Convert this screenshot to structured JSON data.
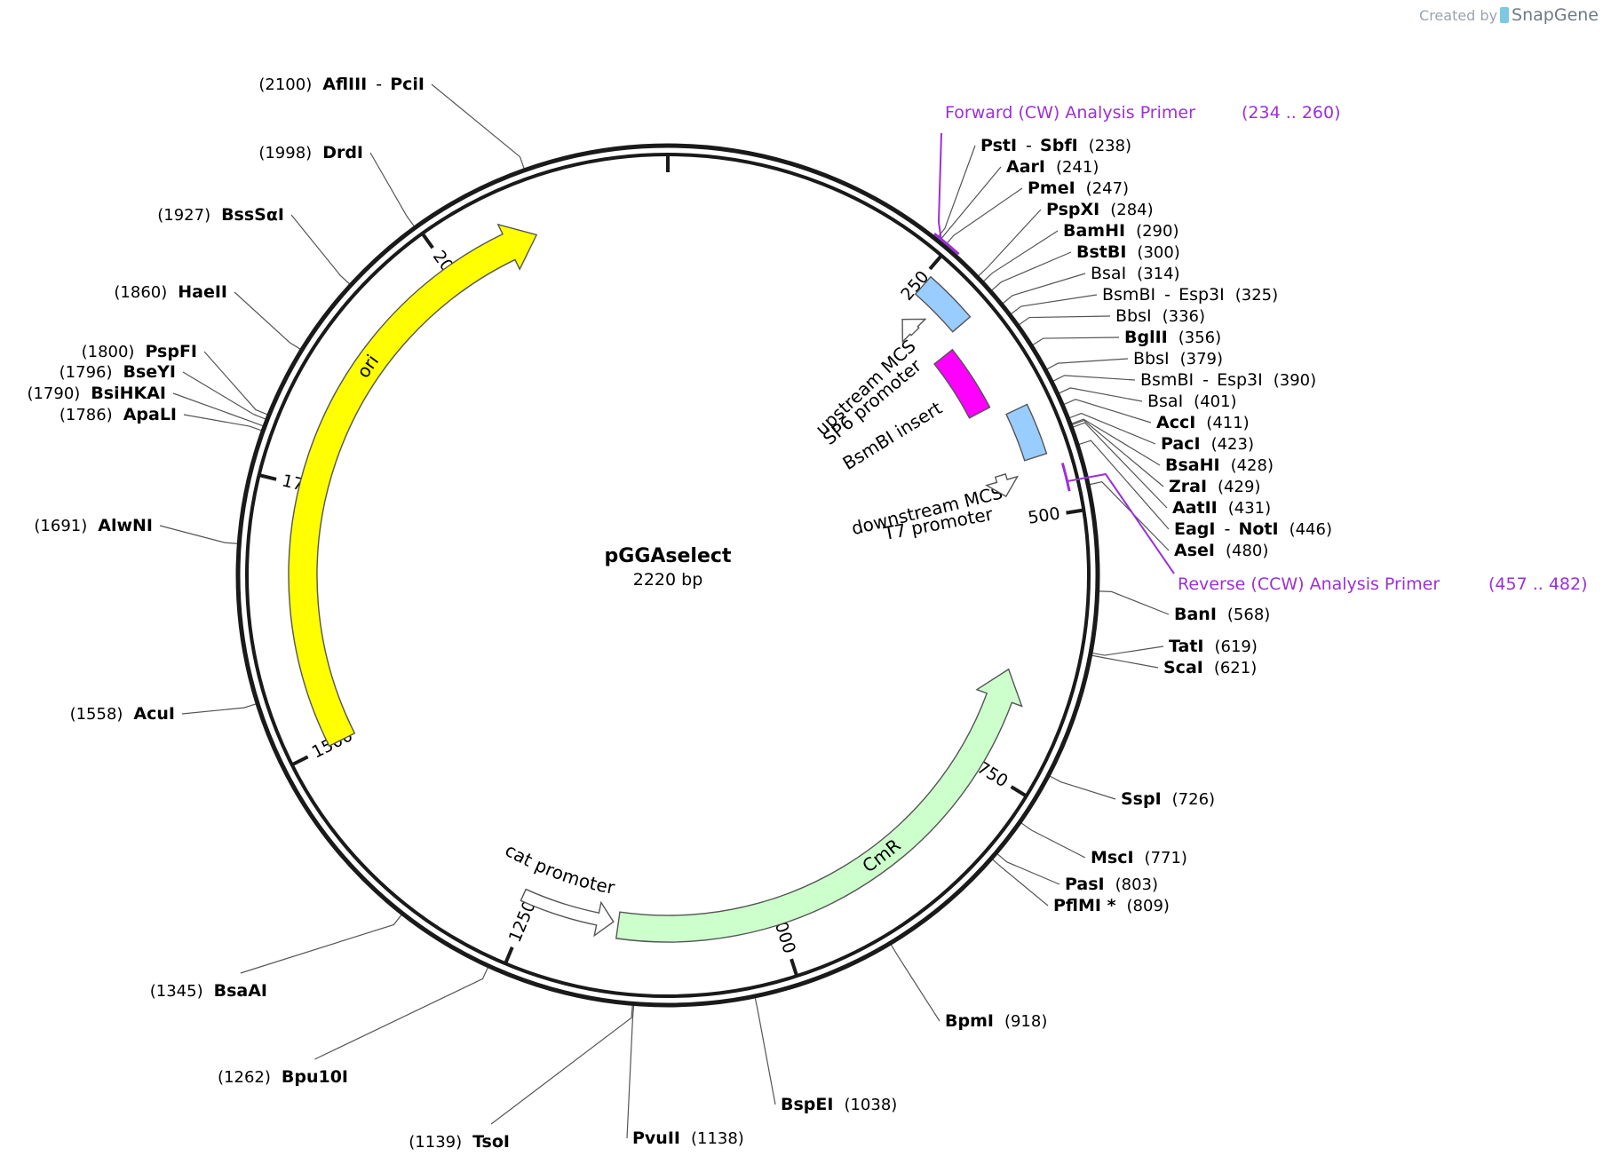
{
  "plasmid": {
    "name": "pGGAselect",
    "length_label": "2220 bp",
    "length": 2220
  },
  "credit": {
    "prefix": "Created by",
    "brand": "SnapGene"
  },
  "ticks": [
    {
      "pos": 250,
      "label": "250"
    },
    {
      "pos": 500,
      "label": "500"
    },
    {
      "pos": 750,
      "label": "750"
    },
    {
      "pos": 1000,
      "label": "1000"
    },
    {
      "pos": 1250,
      "label": "1250"
    },
    {
      "pos": 1500,
      "label": "1500"
    },
    {
      "pos": 1750,
      "label": "1750"
    },
    {
      "pos": 2000,
      "label": "2000"
    }
  ],
  "features": [
    {
      "name": "ori",
      "start": 1500,
      "end": 2090,
      "dir": "cw",
      "color": "#ffff00"
    },
    {
      "name": "CmR",
      "start": 1160,
      "end": 650,
      "dir": "ccw",
      "color": "#ccffcc"
    },
    {
      "name": "cat promoter",
      "start": 1260,
      "end": 1165,
      "dir": "ccw",
      "color": "#ffffff"
    },
    {
      "name": "upstream MCS",
      "start": 255,
      "end": 305,
      "dir": "none",
      "color": "#99ccff"
    },
    {
      "name": "BsmBI insert",
      "start": 318,
      "end": 385,
      "dir": "none",
      "color": "#ff00ff"
    },
    {
      "name": "downstream MCS",
      "start": 398,
      "end": 445,
      "dir": "none",
      "color": "#99ccff"
    },
    {
      "name": "SP6 promoter",
      "start": 280,
      "end": 262,
      "dir": "ccw",
      "color": "#ffffff"
    },
    {
      "name": "T7 promoter",
      "start": 452,
      "end": 474,
      "dir": "cw",
      "color": "#ffffff"
    }
  ],
  "primers": [
    {
      "name": "Forward (CW) Analysis Primer",
      "range": "(234 .. 260)",
      "start": 234,
      "end": 260
    },
    {
      "name": "Reverse (CCW) Analysis Primer",
      "range": "(457 .. 482)",
      "start": 457,
      "end": 482
    }
  ],
  "sites": [
    {
      "parts": [
        "AflIII",
        "PciI"
      ],
      "pos": 2100,
      "side": "left"
    },
    {
      "parts": [
        "DrdI"
      ],
      "pos": 1998,
      "side": "left"
    },
    {
      "parts": [
        "BssSαI"
      ],
      "pos": 1927,
      "side": "left"
    },
    {
      "parts": [
        "HaeII"
      ],
      "pos": 1860,
      "side": "left"
    },
    {
      "parts": [
        "PspFI"
      ],
      "pos": 1800,
      "side": "left"
    },
    {
      "parts": [
        "BseYI"
      ],
      "pos": 1796,
      "side": "left"
    },
    {
      "parts": [
        "BsiHKAI"
      ],
      "pos": 1790,
      "side": "left"
    },
    {
      "parts": [
        "ApaLI"
      ],
      "pos": 1786,
      "side": "left"
    },
    {
      "parts": [
        "AlwNI"
      ],
      "pos": 1691,
      "side": "left"
    },
    {
      "parts": [
        "AcuI"
      ],
      "pos": 1558,
      "side": "left"
    },
    {
      "parts": [
        "BsaAI"
      ],
      "pos": 1345,
      "side": "left"
    },
    {
      "parts": [
        "Bpu10I"
      ],
      "pos": 1262,
      "side": "left"
    },
    {
      "parts": [
        "TsoI"
      ],
      "pos": 1139,
      "side": "left"
    },
    {
      "parts": [
        "PvuII"
      ],
      "pos": 1138,
      "side": "right"
    },
    {
      "parts": [
        "BspEI"
      ],
      "pos": 1038,
      "side": "right"
    },
    {
      "parts": [
        "BpmI"
      ],
      "pos": 918,
      "side": "right"
    },
    {
      "parts": [
        "PflMI *"
      ],
      "pos": 809,
      "side": "right"
    },
    {
      "parts": [
        "PasI"
      ],
      "pos": 803,
      "side": "right"
    },
    {
      "parts": [
        "MscI"
      ],
      "pos": 771,
      "side": "right"
    },
    {
      "parts": [
        "SspI"
      ],
      "pos": 726,
      "side": "right"
    },
    {
      "parts": [
        "ScaI"
      ],
      "pos": 621,
      "side": "right"
    },
    {
      "parts": [
        "TatI"
      ],
      "pos": 619,
      "side": "right"
    },
    {
      "parts": [
        "BanI"
      ],
      "pos": 568,
      "side": "right"
    },
    {
      "parts": [
        "AseI"
      ],
      "pos": 480,
      "side": "right"
    },
    {
      "parts": [
        "EagI",
        "NotI"
      ],
      "pos": 446,
      "side": "right"
    },
    {
      "parts": [
        "AatII"
      ],
      "pos": 431,
      "side": "right"
    },
    {
      "parts": [
        "ZraI"
      ],
      "pos": 429,
      "side": "right"
    },
    {
      "parts": [
        "BsaHI"
      ],
      "pos": 428,
      "side": "right"
    },
    {
      "parts": [
        "PacI"
      ],
      "pos": 423,
      "side": "right"
    },
    {
      "parts": [
        "AccI"
      ],
      "pos": 411,
      "side": "right"
    },
    {
      "parts": [
        "BsaI"
      ],
      "pos": 401,
      "side": "right",
      "normal": true
    },
    {
      "parts": [
        "BsmBI",
        "Esp3I"
      ],
      "pos": 390,
      "side": "right",
      "normal": true
    },
    {
      "parts": [
        "BbsI"
      ],
      "pos": 379,
      "side": "right",
      "normal": true
    },
    {
      "parts": [
        "BglII"
      ],
      "pos": 356,
      "side": "right"
    },
    {
      "parts": [
        "BbsI"
      ],
      "pos": 336,
      "side": "right",
      "normal": true
    },
    {
      "parts": [
        "BsmBI",
        "Esp3I"
      ],
      "pos": 325,
      "side": "right",
      "normal": true
    },
    {
      "parts": [
        "BsaI"
      ],
      "pos": 314,
      "side": "right",
      "normal": true
    },
    {
      "parts": [
        "BstBI"
      ],
      "pos": 300,
      "side": "right"
    },
    {
      "parts": [
        "BamHI"
      ],
      "pos": 290,
      "side": "right"
    },
    {
      "parts": [
        "PspXI"
      ],
      "pos": 284,
      "side": "right"
    },
    {
      "parts": [
        "PmeI"
      ],
      "pos": 247,
      "side": "right"
    },
    {
      "parts": [
        "AarI"
      ],
      "pos": 241,
      "side": "right"
    },
    {
      "parts": [
        "PstI",
        "SbfI"
      ],
      "pos": 238,
      "side": "right"
    }
  ],
  "colors": {
    "backbone": "#1a1a1a",
    "primer": "#9b30d9",
    "leader": "#555555"
  }
}
